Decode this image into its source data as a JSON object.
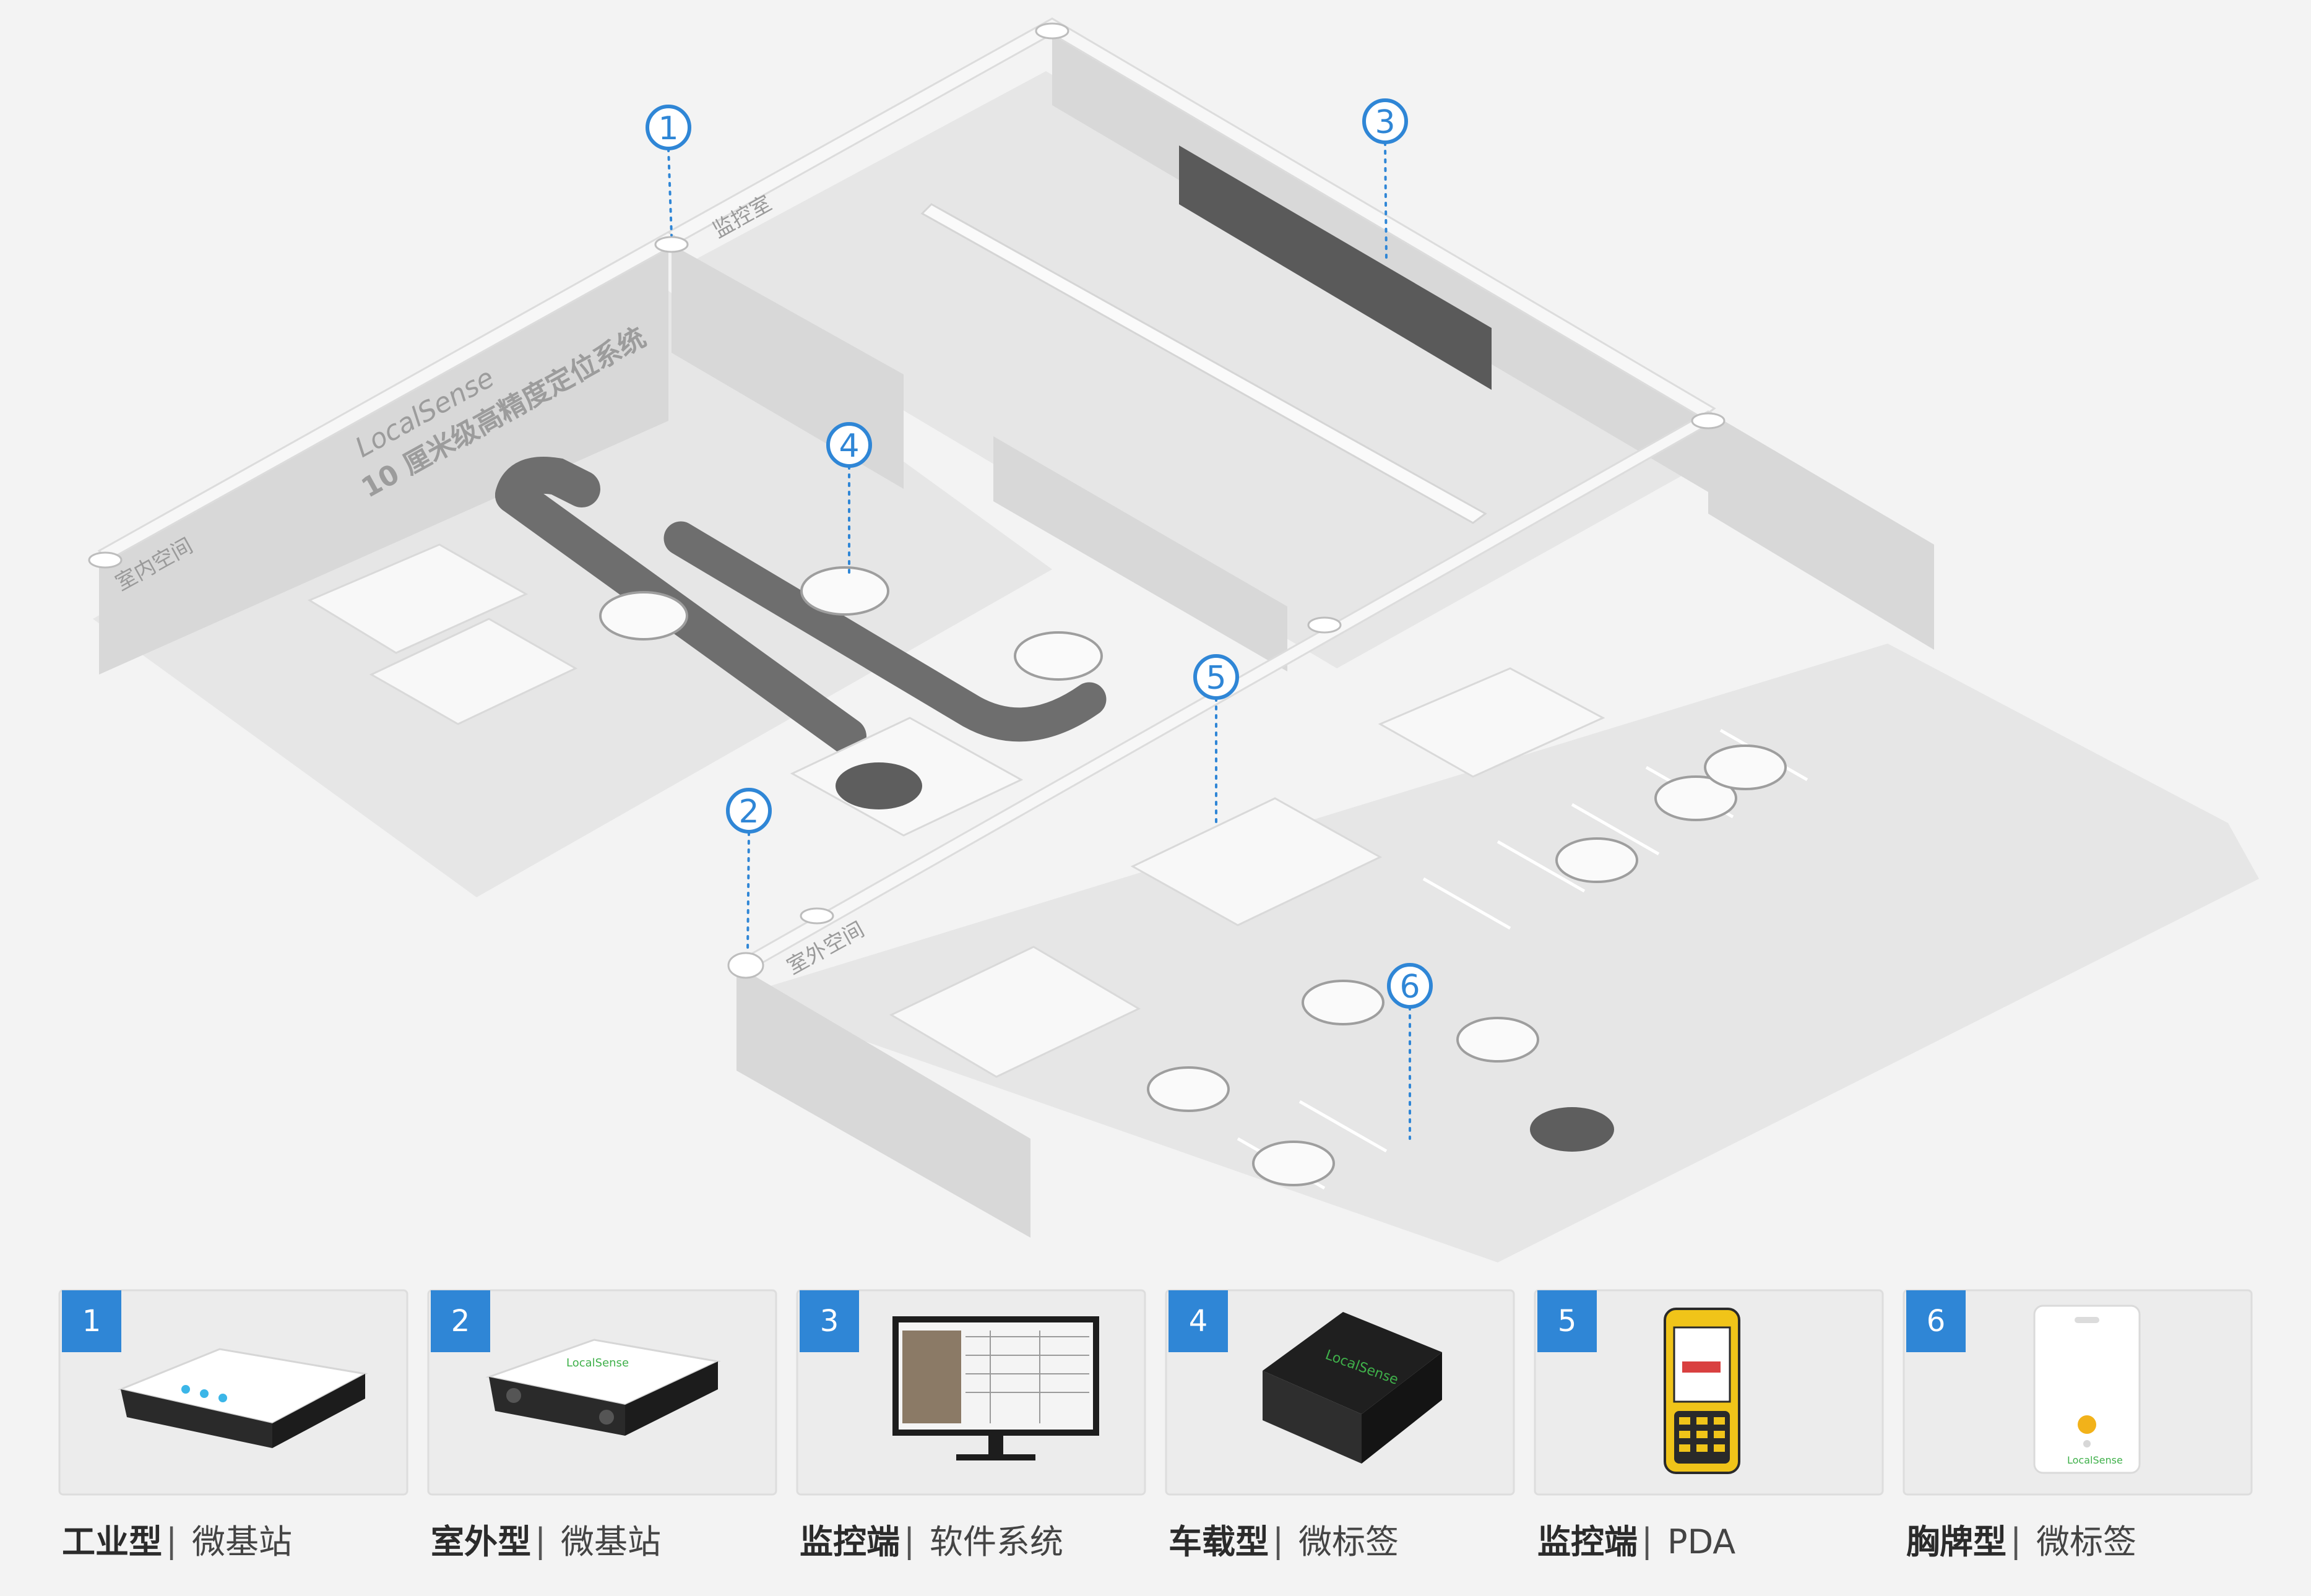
{
  "scene": {
    "brand_logo_text": "LocalSense",
    "brand_title": "10 厘米级高精度定位系统",
    "zones": {
      "monitor_room": "监控室",
      "indoor": "室内空间",
      "outdoor": "室外空间"
    },
    "callouts": [
      "1",
      "2",
      "3",
      "4",
      "5",
      "6"
    ]
  },
  "products": [
    {
      "badge": "1",
      "bold": "工业型",
      "sep": "|",
      "normal": "微基站",
      "icon": "industrial-base-station-icon"
    },
    {
      "badge": "2",
      "bold": "室外型",
      "sep": "|",
      "normal": "微基站",
      "icon": "outdoor-base-station-icon"
    },
    {
      "badge": "3",
      "bold": "监控端",
      "sep": "|",
      "normal": "软件系统",
      "icon": "monitor-software-icon"
    },
    {
      "badge": "4",
      "bold": "车载型",
      "sep": "|",
      "normal": "微标签",
      "icon": "vehicle-tag-icon"
    },
    {
      "badge": "5",
      "bold": "监控端",
      "sep": "|",
      "normal": "PDA",
      "icon": "pda-icon"
    },
    {
      "badge": "6",
      "bold": "胸牌型",
      "sep": "|",
      "normal": "微标签",
      "icon": "badge-tag-icon"
    }
  ],
  "device_logo_text": "LocalSense",
  "colors": {
    "accent": "#2f86d6",
    "background": "#f3f3f3",
    "pda_yellow": "#f0c419"
  }
}
